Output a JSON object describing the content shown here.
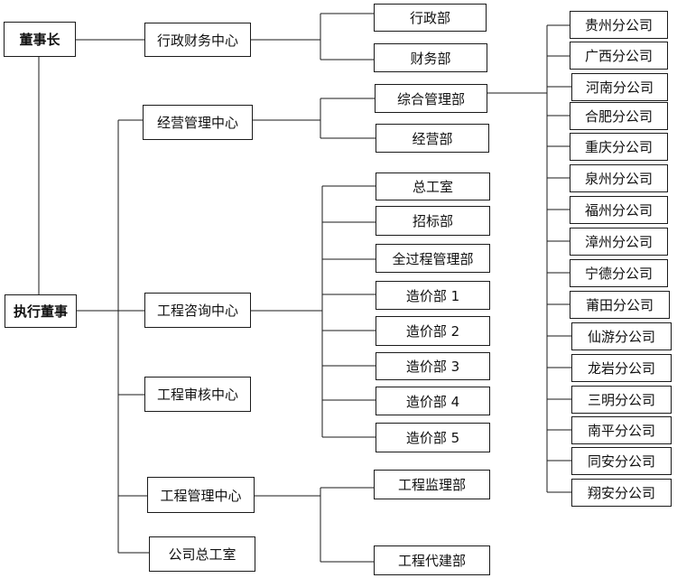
{
  "chairman": "董事长",
  "executive_director": "执行董事",
  "centers": {
    "admin_finance": "行政财务中心",
    "operations": "经营管理中心",
    "consulting": "工程咨询中心",
    "audit": "工程审核中心",
    "management": "工程管理中心",
    "chief_engineer_office": "公司总工室"
  },
  "departments": {
    "admin": "行政部",
    "finance": "财务部",
    "general_mgmt": "综合管理部",
    "business": "经营部",
    "chief_engineer": "总工室",
    "bidding": "招标部",
    "whole_process": "全过程管理部",
    "costing": [
      "造价部 1",
      "造价部 2",
      "造价部 3",
      "造价部 4",
      "造价部 5"
    ],
    "supervision": "工程监理部",
    "agent_construction": "工程代建部"
  },
  "branches": [
    "贵州分公司",
    "广西分公司",
    "河南分公司",
    "合肥分公司",
    "重庆分公司",
    "泉州分公司",
    "福州分公司",
    "漳州分公司",
    "宁德分公司",
    "莆田分公司",
    "仙游分公司",
    "龙岩分公司",
    "三明分公司",
    "南平分公司",
    "同安分公司",
    "翔安分公司"
  ]
}
